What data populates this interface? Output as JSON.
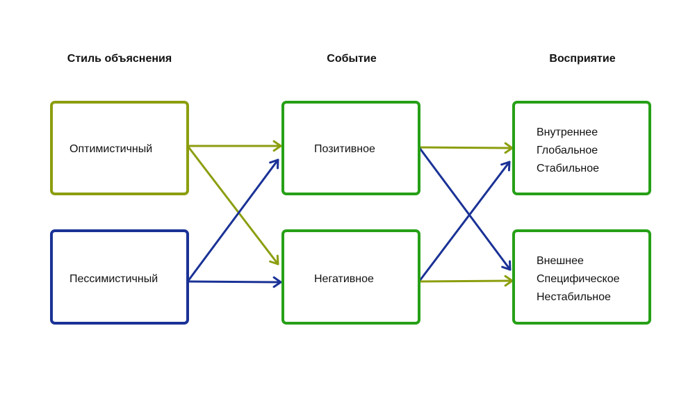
{
  "colors": {
    "optimistic": "#8c9e0f",
    "pessimistic": "#1a3296",
    "event": "#26a017"
  },
  "headings": {
    "style": "Стиль объяснения",
    "event": "Событие",
    "perception": "Восприятие"
  },
  "style_boxes": {
    "optimistic": "Оптимистичный",
    "pessimistic": "Пессимистичный"
  },
  "event_boxes": {
    "positive": "Позитивное",
    "negative": "Негативное"
  },
  "perception_boxes": {
    "internal": [
      "Внутреннее",
      "Глобальное",
      "Стабильное"
    ],
    "external": [
      "Внешнее",
      "Специфическое",
      "Нестабильное"
    ]
  }
}
